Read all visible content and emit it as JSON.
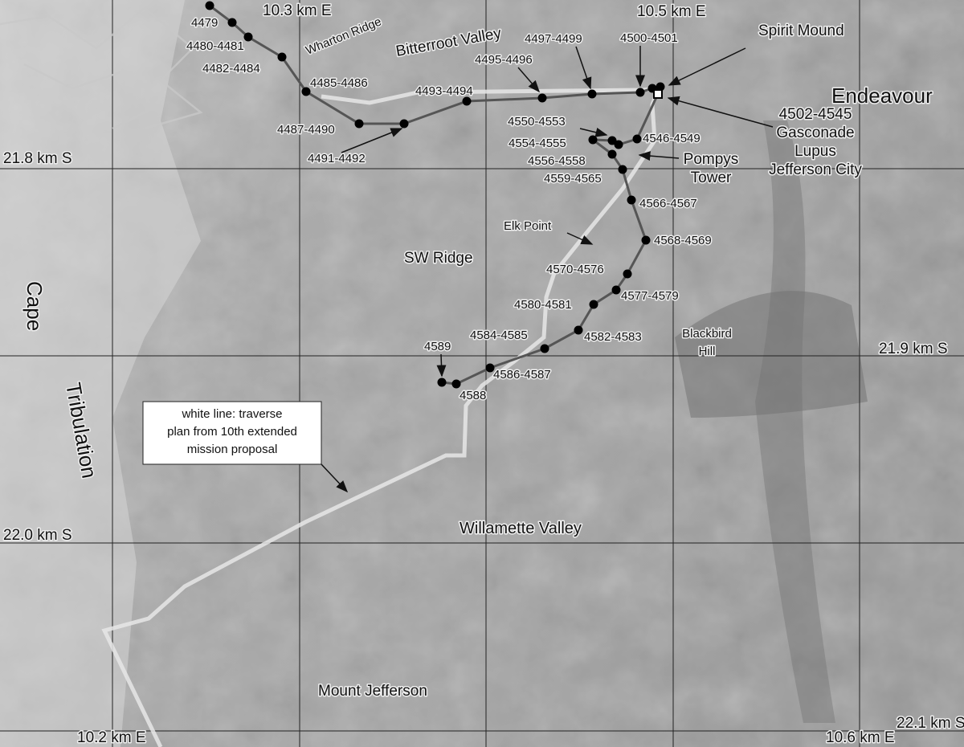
{
  "grid_labels": {
    "e103": "10.3 km E",
    "e105": "10.5 km E",
    "e102": "10.2 km E",
    "e106": "10.6 km E",
    "s218": "21.8 km S",
    "s219": "21.9 km S",
    "s220": "22.0 km S",
    "s221": "22.1 km S"
  },
  "places": {
    "wharton": "Wharton Ridge",
    "bitterroot": "Bitterroot Valley",
    "spirit": "Spirit Mound",
    "endeavour": "Endeavour",
    "pompys1": "Pompys",
    "pompys2": "Tower",
    "elk": "Elk Point",
    "swridge": "SW Ridge",
    "blackbird1": "Blackbird",
    "blackbird2": "Hill",
    "cape": "Cape",
    "tribulation": "Tribulation",
    "willamette": "Willamette  Valley",
    "jefferson": "Mount Jefferson",
    "site1": "4502-4545",
    "site2": "Gasconade",
    "site3": "Lupus",
    "site4": "Jefferson City"
  },
  "sols": [
    "4479",
    "4480-4481",
    "4482-4484",
    "4485-4486",
    "4487-4490",
    "4491-4492",
    "4493-4494",
    "4495-4496",
    "4497-4499",
    "4500-4501",
    "4550-4553",
    "4554-4555",
    "4546-4549",
    "4556-4558",
    "4559-4565",
    "4566-4567",
    "4568-4569",
    "4570-4576",
    "4577-4579",
    "4580-4581",
    "4584-4585",
    "4582-4583",
    "4589",
    "4586-4587",
    "4588"
  ],
  "note": {
    "line1": "white line: traverse",
    "line2": "plan from 10th extended",
    "line3": "mission proposal"
  },
  "colors": {
    "traverse": "#555555",
    "plan": "#e6e6e6",
    "stops": "#000000"
  }
}
